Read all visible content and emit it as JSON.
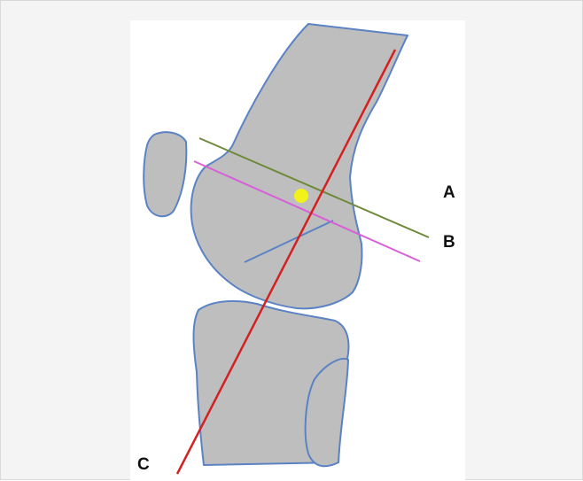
{
  "diagram": {
    "labels": {
      "a": "A",
      "b": "B",
      "c": "C"
    },
    "colors": {
      "background": "#f4f4f4",
      "panel": "#ffffff",
      "bone_fill": "#bebebe",
      "bone_outline": "#5b83c4",
      "line_a": "#6f8a3a",
      "line_b": "#d85fd8",
      "line_c": "#d42020",
      "axis_short": "#5b83c4",
      "marker": "#f2f21a"
    }
  }
}
